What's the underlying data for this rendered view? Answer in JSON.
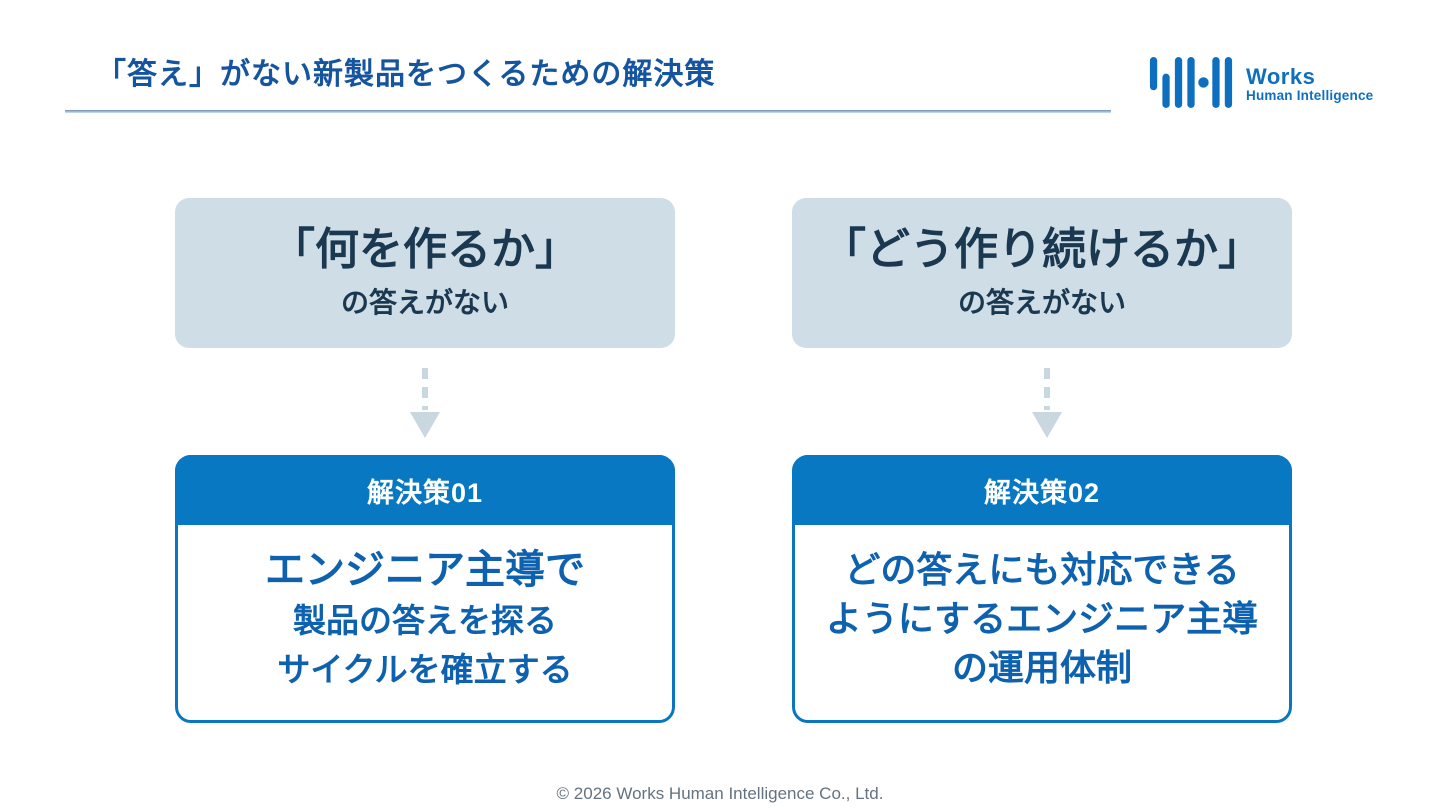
{
  "page": {
    "title": "「答え」がない新製品をつくるための解決策",
    "footer": "© 2026 Works Human Intelligence Co., Ltd."
  },
  "logo": {
    "name": "Works Human Intelligence",
    "line1": "Works",
    "line2": "Human Intelligence",
    "color": "#0e6fc0"
  },
  "colors": {
    "title_blue": "#15549e",
    "problem_box_bg": "#cfdde6",
    "problem_text": "#1a3850",
    "arrow": "#c9d7e0",
    "solution_header_bg": "#0878c2",
    "solution_border": "#0b76c0",
    "solution_text": "#0e61ae",
    "footer_text": "#64737f"
  },
  "problems": [
    {
      "title": "「何を作るか」",
      "subtitle": "の答えがない"
    },
    {
      "title": "「どう作り続けるか」",
      "subtitle": "の答えがない"
    }
  ],
  "solutions": [
    {
      "badge": "解決策01",
      "lines": [
        "エンジニア主導で",
        "製品の答えを探る",
        "サイクルを確立する"
      ]
    },
    {
      "badge": "解決策02",
      "lines": [
        "どの答えにも対応できる",
        "ようにするエンジニア主導",
        "の運用体制"
      ]
    }
  ]
}
